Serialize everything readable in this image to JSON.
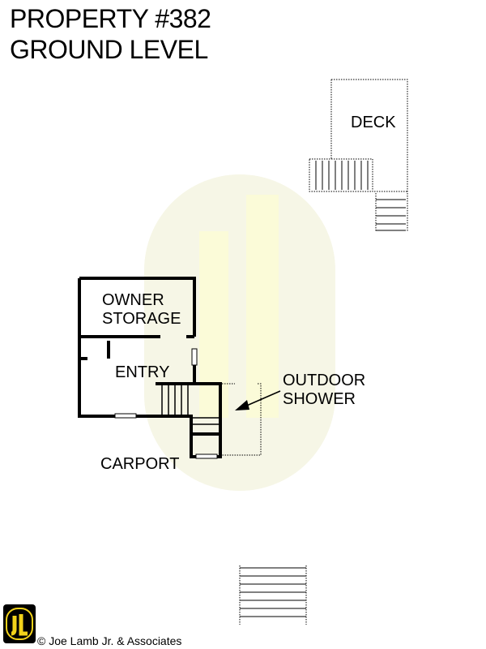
{
  "header": {
    "title_line1": "PROPERTY #382",
    "title_line2": "GROUND LEVEL"
  },
  "rooms": {
    "deck": "DECK",
    "owner_storage_line1": "OWNER",
    "owner_storage_line2": "STORAGE",
    "entry": "ENTRY",
    "outdoor_shower_line1": "OUTDOOR",
    "outdoor_shower_line2": "SHOWER",
    "carport": "CARPORT"
  },
  "footer": {
    "copyright": "© Joe Lamb Jr. & Associates",
    "logo_text": "JL"
  },
  "colors": {
    "watermark": "#f6f6e6",
    "watermark_accent": "#fbfbd8",
    "logo_yellow": "#f2d21a"
  }
}
